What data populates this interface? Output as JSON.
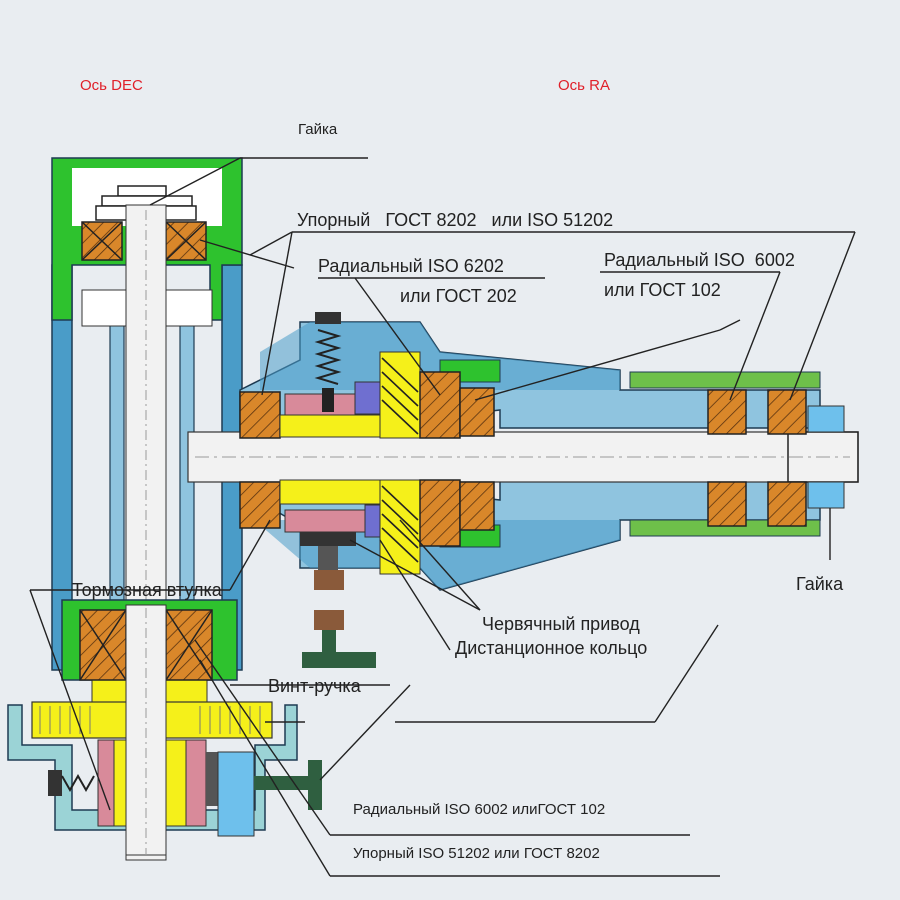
{
  "axes": {
    "dec": "Ось DEC",
    "ra": "Ось RA"
  },
  "labels": {
    "nut_top": "Гайка",
    "thrust_top": "Упорный   ГОСТ 8202   или ISO 51202",
    "radial_6202_line1": "Радиальный ISO 6202",
    "radial_6202_line2": "или ГОСТ 202",
    "radial_6002_line1": "Радиальный ISO  6002",
    "radial_6002_line2": "или ГОСТ 102",
    "nut_right": "Гайка",
    "brake_sleeve": "Тормозная втулка",
    "worm_drive": "Червячный привод",
    "spacer_ring": "Дистанционное кольцо",
    "knob_screw": "Винт-ручка",
    "radial_bottom": "Радиальный ISO 6002 илиГОСТ 102",
    "thrust_bottom": "Упорный ISO 51202 или ГОСТ 8202"
  },
  "colors": {
    "housing": "#4a9cc8",
    "housing_light": "#8fc4df",
    "bearing": "#d9872a",
    "green": "#2ec22e",
    "yellow": "#f5f01a",
    "pink": "#d88a9a",
    "purple": "#6f6fd0",
    "brown": "#8a5a3a",
    "dark_green": "#2f5f40",
    "light_blue": "#6ec0ec",
    "label_red": "#e0202a"
  }
}
